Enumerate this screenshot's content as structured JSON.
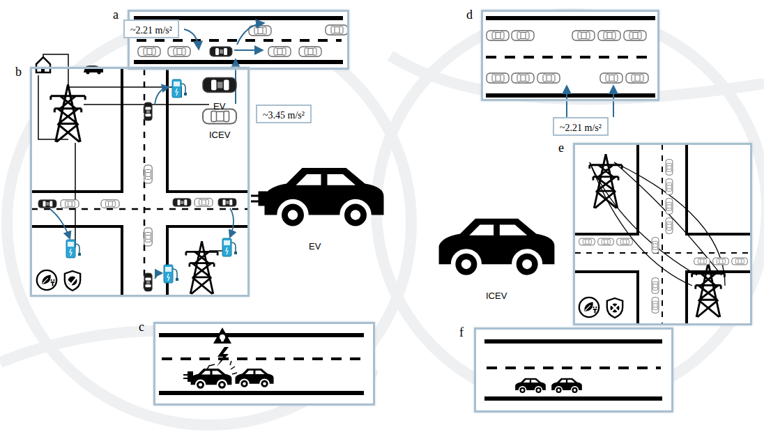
{
  "diagram": {
    "nodes": [
      {
        "text": [
          "a"
        ]
      },
      {
        "text": [
          "~2.21 m/s²"
        ]
      },
      {
        "text": [
          "~3.45 m/s²"
        ]
      },
      {
        "text": [
          "b"
        ]
      },
      {
        "text": [
          "c"
        ]
      },
      {
        "text": [
          "d"
        ]
      },
      {
        "text": [
          "~2.21 m/s²"
        ]
      },
      {
        "text": [
          "e"
        ]
      },
      {
        "text": [
          "f"
        ]
      }
    ],
    "labels": [
      "EV",
      "ICEV",
      "EV",
      "ICEV"
    ]
  }
}
